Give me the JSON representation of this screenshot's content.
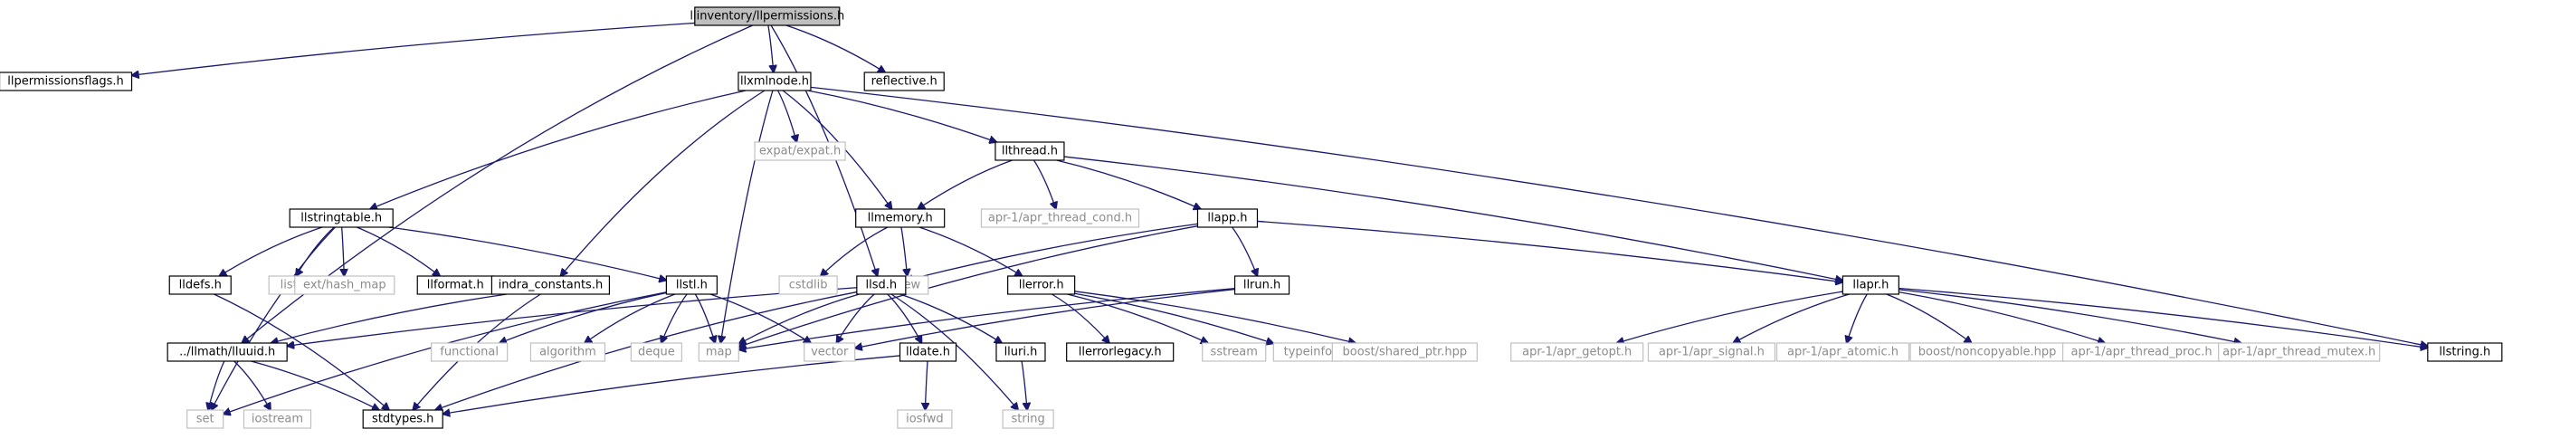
{
  "graph": {
    "title": "Include dependency graph for llpermissions.h",
    "colors": {
      "edge": "#191970",
      "internal_border": "#000000",
      "external_border": "#c0c0c0",
      "external_text": "#8c8c8c",
      "focus_fill": "#bfbfbf"
    },
    "nodes": [
      {
        "id": "root",
        "label": "llinventory/llpermissions.h",
        "kind": "focus"
      },
      {
        "id": "llpermissionsflags",
        "label": "llpermissionsflags.h",
        "kind": "internal"
      },
      {
        "id": "llxmlnode",
        "label": "llxmlnode.h",
        "kind": "internal"
      },
      {
        "id": "reflective",
        "label": "reflective.h",
        "kind": "internal"
      },
      {
        "id": "expat",
        "label": "expat/expat.h",
        "kind": "external"
      },
      {
        "id": "llthread",
        "label": "llthread.h",
        "kind": "internal"
      },
      {
        "id": "llstringtable",
        "label": "llstringtable.h",
        "kind": "internal"
      },
      {
        "id": "llmemory",
        "label": "llmemory.h",
        "kind": "internal"
      },
      {
        "id": "apr_cond",
        "label": "apr-1/apr_thread_cond.h",
        "kind": "external"
      },
      {
        "id": "llapp",
        "label": "llapp.h",
        "kind": "internal"
      },
      {
        "id": "lldefs",
        "label": "lldefs.h",
        "kind": "internal"
      },
      {
        "id": "list",
        "label": "list",
        "kind": "external"
      },
      {
        "id": "hash_map",
        "label": "ext/hash_map",
        "kind": "external"
      },
      {
        "id": "llformat",
        "label": "llformat.h",
        "kind": "internal"
      },
      {
        "id": "indra",
        "label": "indra_constants.h",
        "kind": "internal"
      },
      {
        "id": "llstl",
        "label": "llstl.h",
        "kind": "internal"
      },
      {
        "id": "cstdlib",
        "label": "cstdlib",
        "kind": "external"
      },
      {
        "id": "new",
        "label": "new",
        "kind": "external"
      },
      {
        "id": "llsd",
        "label": "llsd.h",
        "kind": "internal"
      },
      {
        "id": "llerror",
        "label": "llerror.h",
        "kind": "internal"
      },
      {
        "id": "llrun",
        "label": "llrun.h",
        "kind": "internal"
      },
      {
        "id": "llapr",
        "label": "llapr.h",
        "kind": "internal"
      },
      {
        "id": "lluuid",
        "label": "../llmath/lluuid.h",
        "kind": "internal"
      },
      {
        "id": "functional",
        "label": "functional",
        "kind": "external"
      },
      {
        "id": "algorithm",
        "label": "algorithm",
        "kind": "external"
      },
      {
        "id": "deque",
        "label": "deque",
        "kind": "external"
      },
      {
        "id": "map",
        "label": "map",
        "kind": "external"
      },
      {
        "id": "vector",
        "label": "vector",
        "kind": "external"
      },
      {
        "id": "lldate",
        "label": "lldate.h",
        "kind": "internal"
      },
      {
        "id": "lluri",
        "label": "lluri.h",
        "kind": "internal"
      },
      {
        "id": "llerrorlegacy",
        "label": "llerrorlegacy.h",
        "kind": "internal"
      },
      {
        "id": "sstream",
        "label": "sstream",
        "kind": "external"
      },
      {
        "id": "typeinfo",
        "label": "typeinfo",
        "kind": "external"
      },
      {
        "id": "shared_ptr",
        "label": "boost/shared_ptr.hpp",
        "kind": "external"
      },
      {
        "id": "getopt",
        "label": "apr-1/apr_getopt.h",
        "kind": "external"
      },
      {
        "id": "signal",
        "label": "apr-1/apr_signal.h",
        "kind": "external"
      },
      {
        "id": "atomic",
        "label": "apr-1/apr_atomic.h",
        "kind": "external"
      },
      {
        "id": "noncopyable",
        "label": "boost/noncopyable.hpp",
        "kind": "external"
      },
      {
        "id": "apr_proc",
        "label": "apr-1/apr_thread_proc.h",
        "kind": "external"
      },
      {
        "id": "apr_mutex",
        "label": "apr-1/apr_thread_mutex.h",
        "kind": "external"
      },
      {
        "id": "llstring",
        "label": "llstring.h",
        "kind": "internal"
      },
      {
        "id": "set",
        "label": "set",
        "kind": "external"
      },
      {
        "id": "iostream",
        "label": "iostream",
        "kind": "external"
      },
      {
        "id": "stdtypes",
        "label": "stdtypes.h",
        "kind": "internal"
      },
      {
        "id": "iosfwd",
        "label": "iosfwd",
        "kind": "external"
      },
      {
        "id": "string",
        "label": "string",
        "kind": "external"
      }
    ],
    "edges": [
      [
        "root",
        "llpermissionsflags"
      ],
      [
        "root",
        "llxmlnode"
      ],
      [
        "root",
        "reflective"
      ],
      [
        "root",
        "llsd"
      ],
      [
        "root",
        "lluuid"
      ],
      [
        "llxmlnode",
        "expat"
      ],
      [
        "llxmlnode",
        "llthread"
      ],
      [
        "llxmlnode",
        "llstringtable"
      ],
      [
        "llxmlnode",
        "llmemory"
      ],
      [
        "llxmlnode",
        "indra"
      ],
      [
        "llxmlnode",
        "map"
      ],
      [
        "llxmlnode",
        "llstring"
      ],
      [
        "llthread",
        "llmemory"
      ],
      [
        "llthread",
        "apr_cond"
      ],
      [
        "llthread",
        "llapp"
      ],
      [
        "llthread",
        "llapr"
      ],
      [
        "llstringtable",
        "lldefs"
      ],
      [
        "llstringtable",
        "list"
      ],
      [
        "llstringtable",
        "hash_map"
      ],
      [
        "llstringtable",
        "llformat"
      ],
      [
        "llstringtable",
        "llstl"
      ],
      [
        "llstringtable",
        "set"
      ],
      [
        "llmemory",
        "cstdlib"
      ],
      [
        "llmemory",
        "new"
      ],
      [
        "llmemory",
        "llerror"
      ],
      [
        "llapp",
        "map"
      ],
      [
        "llapp",
        "llsd"
      ],
      [
        "llapp",
        "llrun"
      ],
      [
        "llapp",
        "llapr"
      ],
      [
        "lldefs",
        "stdtypes"
      ],
      [
        "indra",
        "lluuid"
      ],
      [
        "indra",
        "stdtypes"
      ],
      [
        "llstl",
        "functional"
      ],
      [
        "llstl",
        "algorithm"
      ],
      [
        "llstl",
        "deque"
      ],
      [
        "llstl",
        "map"
      ],
      [
        "llstl",
        "vector"
      ],
      [
        "llstl",
        "set"
      ],
      [
        "llsd",
        "map"
      ],
      [
        "llsd",
        "vector"
      ],
      [
        "llsd",
        "lldate"
      ],
      [
        "llsd",
        "lluri"
      ],
      [
        "llsd",
        "lluuid"
      ],
      [
        "llsd",
        "string"
      ],
      [
        "llsd",
        "stdtypes"
      ],
      [
        "llerror",
        "llerrorlegacy"
      ],
      [
        "llerror",
        "sstream"
      ],
      [
        "llerror",
        "typeinfo"
      ],
      [
        "llerror",
        "shared_ptr"
      ],
      [
        "llrun",
        "map"
      ],
      [
        "llrun",
        "vector"
      ],
      [
        "llapr",
        "getopt"
      ],
      [
        "llapr",
        "signal"
      ],
      [
        "llapr",
        "atomic"
      ],
      [
        "llapr",
        "noncopyable"
      ],
      [
        "llapr",
        "apr_proc"
      ],
      [
        "llapr",
        "apr_mutex"
      ],
      [
        "llapr",
        "llstring"
      ],
      [
        "lluuid",
        "set"
      ],
      [
        "lluuid",
        "iostream"
      ],
      [
        "lluuid",
        "stdtypes"
      ],
      [
        "lldate",
        "iosfwd"
      ],
      [
        "lldate",
        "stdtypes"
      ],
      [
        "lluri",
        "string"
      ]
    ]
  }
}
